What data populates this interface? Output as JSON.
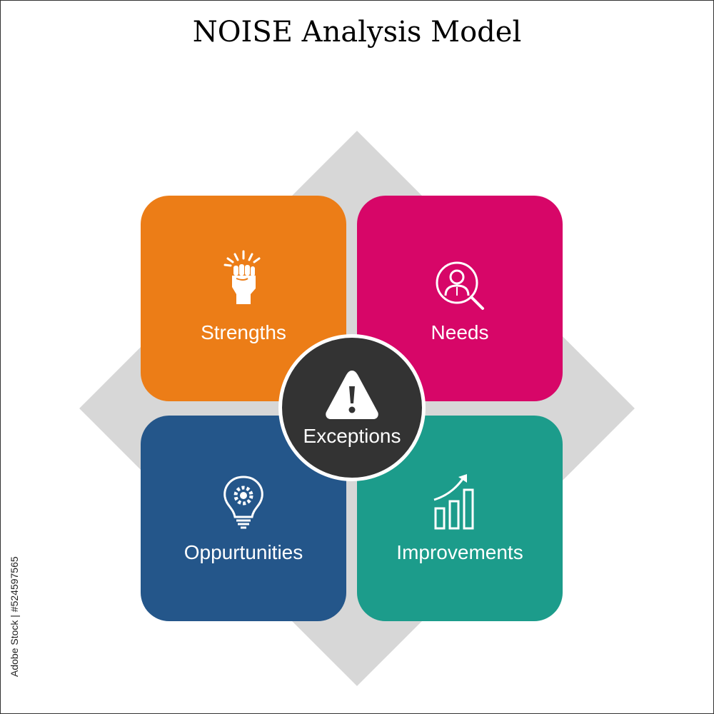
{
  "title": "NOISE Analysis Model",
  "colors": {
    "strengths": "#ec7d17",
    "needs": "#d70668",
    "opportunities": "#24568a",
    "improvements": "#1c9c8b",
    "hub": "#333333",
    "diamond": "#d7d7d7"
  },
  "quadrants": [
    {
      "id": "strengths",
      "label": "Strengths",
      "icon": "raised-fist-icon"
    },
    {
      "id": "needs",
      "label": "Needs",
      "icon": "person-search-icon"
    },
    {
      "id": "opportunities",
      "label": "Oppurtunities",
      "icon": "lightbulb-gear-icon"
    },
    {
      "id": "improvements",
      "label": "Improvements",
      "icon": "growth-chart-icon"
    }
  ],
  "center": {
    "label": "Exceptions",
    "icon": "warning-icon"
  },
  "side_id": "Adobe Stock | #524597565"
}
